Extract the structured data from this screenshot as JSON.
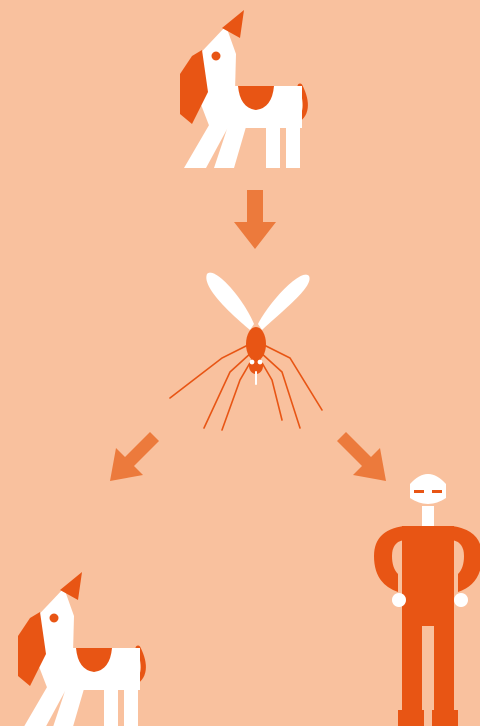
{
  "colors": {
    "background": "#F9C19E",
    "primary": "#E85514",
    "arrow": "#EC7A3C",
    "white": "#FFFFFF"
  },
  "nodes": [
    {
      "id": "dog-top",
      "icon": "dog-icon"
    },
    {
      "id": "mosquito",
      "icon": "mosquito-icon"
    },
    {
      "id": "dog-bottom",
      "icon": "dog-icon"
    },
    {
      "id": "human",
      "icon": "human-icon"
    }
  ],
  "edges": [
    {
      "from": "dog-top",
      "to": "mosquito",
      "icon": "arrow-down-icon"
    },
    {
      "from": "mosquito",
      "to": "dog-bottom",
      "icon": "arrow-down-left-icon"
    },
    {
      "from": "mosquito",
      "to": "human",
      "icon": "arrow-down-right-icon"
    }
  ]
}
